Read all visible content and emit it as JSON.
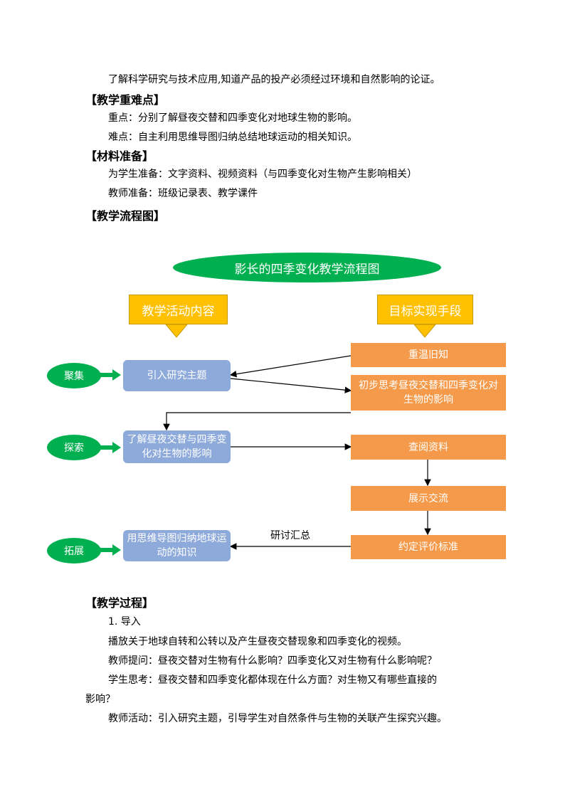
{
  "intro_line": "了解科学研究与技术应用,知道产品的投产必须经过环境和自然影响的论证。",
  "sections": {
    "key_points": {
      "heading": "【教学重难点】",
      "line1": "重点：分别了解昼夜交替和四季变化对地球生物的影响。",
      "line2": "难点：自主利用思维导图归纳总结地球运动的相关知识。"
    },
    "materials": {
      "heading": "【材料准备】",
      "line1": "为学生准备：文字资料、视频资料（与四季变化对生物产生影响相关）",
      "line2": "教师准备：班级记录表、教学课件"
    },
    "flow_heading": "【教学流程图】",
    "process": {
      "heading": "【教学过程】",
      "step": "1. 导入",
      "p1": "播放关于地球自转和公转以及产生昼夜交替现象和四季变化的视频。",
      "p2": "教师提问：昼夜交替对生物有什么影响？四季变化又对生物有什么影响呢？",
      "p3a": "学生思考：昼夜交替和四季变化都体现在什么方面？对生物又有哪些直接的",
      "p3b": "影响？",
      "p4": "教师活动：引入研究主题，引导学生对自然条件与生物的关联产生探究兴趣。"
    }
  },
  "flowchart": {
    "title": "影长的四季变化教学流程图",
    "left_header": "教学活动内容",
    "right_header": "目标实现手段",
    "stages": [
      "聚集",
      "探索",
      "拓展"
    ],
    "activities": [
      "引入研究主题",
      "了解昼夜交替与四季变化对生物的影响",
      "用思维导图归纳地球运动的知识"
    ],
    "means": [
      "重温旧知",
      "初步思考昼夜交替和四季变化对生物的影响",
      "查阅资料",
      "展示交流",
      "约定评价标准"
    ],
    "edge_label": "研讨汇总",
    "colors": {
      "title": "#00b050",
      "header": "#ffc000",
      "activity": "#8eaadb",
      "means": "#f59a4a",
      "stage": "#00b050"
    }
  }
}
